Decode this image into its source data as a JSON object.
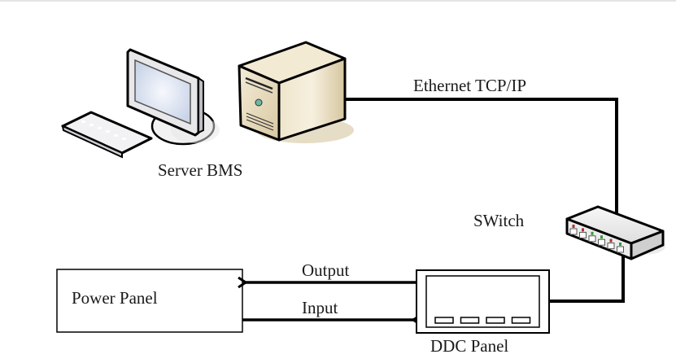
{
  "diagram": {
    "title": "BMS network architecture",
    "nodes": {
      "server": {
        "label": "Server BMS",
        "icon": "server-workstation-icon"
      },
      "switch": {
        "label": "SWitch",
        "icon": "network-switch-icon",
        "port_leds": [
          "#b03030",
          "#b03030",
          "#3a9a3a",
          "#3a9a3a",
          "#b03030",
          "#3a9a3a"
        ]
      },
      "power_panel": {
        "label": "Power Panel"
      },
      "ddc_panel": {
        "label": "DDC Panel",
        "button_count": 4
      }
    },
    "edges": {
      "ethernet": {
        "label": "Ethernet TCP/IP",
        "from": "server",
        "to": "switch"
      },
      "switch_ddc": {
        "label": "",
        "from": "switch",
        "to": "ddc_panel"
      },
      "output": {
        "label": "Output",
        "from": "ddc_panel",
        "to": "power_panel"
      },
      "input": {
        "label": "Input",
        "from": "power_panel",
        "to": "ddc_panel"
      }
    },
    "colors": {
      "line": "#000000",
      "server_body": "#e8dcc0",
      "server_shadow": "#d9ccaa",
      "monitor_screen": "#dfe6f2",
      "topbar": "#e4e4e4"
    }
  }
}
